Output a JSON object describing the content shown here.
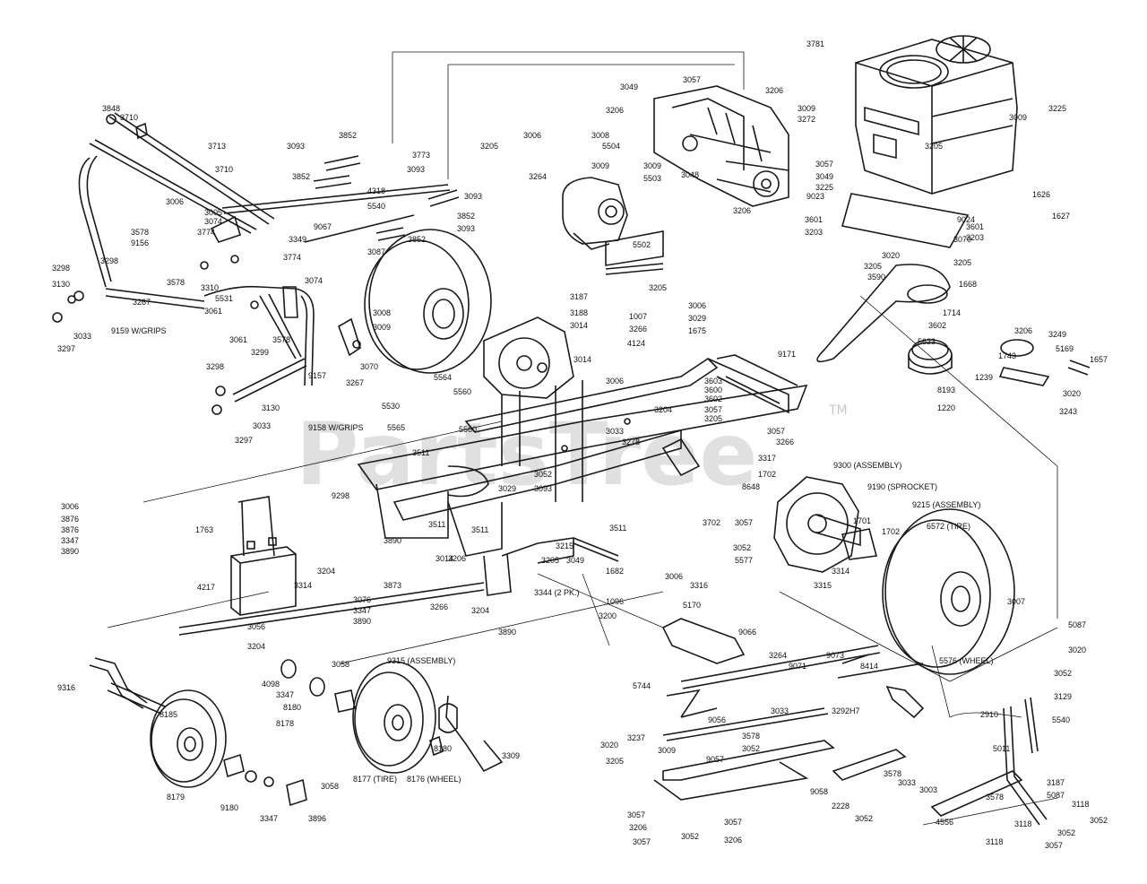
{
  "watermark": {
    "text": "PartsTree",
    "mark": "TM"
  },
  "labels": [
    {
      "id": "l3848",
      "text": "3848"
    },
    {
      "id": "l3710a",
      "text": "3710"
    },
    {
      "id": "l3713",
      "text": "3713"
    },
    {
      "id": "l3710b",
      "text": "3710"
    },
    {
      "id": "l3093a",
      "text": "3093"
    },
    {
      "id": "l3852a",
      "text": "3852"
    },
    {
      "id": "l3852b",
      "text": "3852"
    },
    {
      "id": "l3773",
      "text": "3773"
    },
    {
      "id": "l3093b",
      "text": "3093"
    },
    {
      "id": "l3093c",
      "text": "3093"
    },
    {
      "id": "l4318",
      "text": "4318"
    },
    {
      "id": "l5540a",
      "text": "5540"
    },
    {
      "id": "l3852c",
      "text": "3852"
    },
    {
      "id": "l3093d",
      "text": "3093"
    },
    {
      "id": "l3852d",
      "text": "3852"
    },
    {
      "id": "l3006a",
      "text": "3006"
    },
    {
      "id": "l3005",
      "text": "3005"
    },
    {
      "id": "l3074a",
      "text": "3074"
    },
    {
      "id": "l3774a",
      "text": "3774"
    },
    {
      "id": "l3578a",
      "text": "3578"
    },
    {
      "id": "l9156",
      "text": "9156"
    },
    {
      "id": "l3349",
      "text": "3349"
    },
    {
      "id": "l9067",
      "text": "9067"
    },
    {
      "id": "l3298a",
      "text": "3298"
    },
    {
      "id": "l3298b",
      "text": "3298"
    },
    {
      "id": "l3130a",
      "text": "3130"
    },
    {
      "id": "l3267a",
      "text": "3267"
    },
    {
      "id": "l3578b",
      "text": "3578"
    },
    {
      "id": "l3774b",
      "text": "3774"
    },
    {
      "id": "l3087",
      "text": "3087"
    },
    {
      "id": "l3310",
      "text": "3310"
    },
    {
      "id": "l3074b",
      "text": "3074"
    },
    {
      "id": "l3061a",
      "text": "3061"
    },
    {
      "id": "l5531",
      "text": "5531"
    },
    {
      "id": "l3033a",
      "text": "3033"
    },
    {
      "id": "l9159",
      "text": "9159 W/GRIPS"
    },
    {
      "id": "l3297a",
      "text": "3297"
    },
    {
      "id": "l3061b",
      "text": "3061"
    },
    {
      "id": "l3578c",
      "text": "3578"
    },
    {
      "id": "l3008",
      "text": "3008"
    },
    {
      "id": "l3009",
      "text": "3009"
    },
    {
      "id": "l3070",
      "text": "3070"
    },
    {
      "id": "l3299",
      "text": "3299"
    },
    {
      "id": "l9157",
      "text": "9157"
    },
    {
      "id": "l3267b",
      "text": "3267"
    },
    {
      "id": "l3298c",
      "text": "3298"
    },
    {
      "id": "l3130b",
      "text": "3130"
    },
    {
      "id": "l3033b",
      "text": "3033"
    },
    {
      "id": "l9158",
      "text": "9158 W/GRIPS"
    },
    {
      "id": "l5565",
      "text": "5565"
    },
    {
      "id": "l3297b",
      "text": "3297"
    },
    {
      "id": "l5530",
      "text": "5530"
    },
    {
      "id": "l5564",
      "text": "5564"
    },
    {
      "id": "l5560a",
      "text": "5560"
    },
    {
      "id": "l5560b",
      "text": "5560"
    },
    {
      "id": "l3205a",
      "text": "3205"
    },
    {
      "id": "l3006b",
      "text": "3006"
    },
    {
      "id": "l3008b",
      "text": "3008"
    },
    {
      "id": "l5504",
      "text": "5504"
    },
    {
      "id": "l3264",
      "text": "3264"
    },
    {
      "id": "l3009b",
      "text": "3009"
    },
    {
      "id": "l3009c",
      "text": "3009"
    },
    {
      "id": "l5503",
      "text": "5503"
    },
    {
      "id": "l3206a",
      "text": "3206"
    },
    {
      "id": "l3049a",
      "text": "3049"
    },
    {
      "id": "l3057a",
      "text": "3057"
    },
    {
      "id": "l3206b",
      "text": "3206"
    },
    {
      "id": "l3048",
      "text": "3048"
    },
    {
      "id": "l3206c",
      "text": "3206"
    },
    {
      "id": "l5502",
      "text": "5502"
    },
    {
      "id": "l3205b",
      "text": "3205"
    },
    {
      "id": "l3057b",
      "text": "3057"
    },
    {
      "id": "l3049b",
      "text": "3049"
    },
    {
      "id": "l3225a",
      "text": "3225"
    },
    {
      "id": "l9023",
      "text": "9023"
    },
    {
      "id": "l3781",
      "text": "3781"
    },
    {
      "id": "l3009d",
      "text": "3009"
    },
    {
      "id": "l3272",
      "text": "3272"
    },
    {
      "id": "l3225b",
      "text": "3225"
    },
    {
      "id": "l3009e",
      "text": "3009"
    },
    {
      "id": "l3205c",
      "text": "3205"
    },
    {
      "id": "l1626",
      "text": "1626"
    },
    {
      "id": "l1627",
      "text": "1627"
    },
    {
      "id": "l9024",
      "text": "9024"
    },
    {
      "id": "l3601a",
      "text": "3601"
    },
    {
      "id": "l3203a",
      "text": "3203"
    },
    {
      "id": "l3601b",
      "text": "3601"
    },
    {
      "id": "l3070b",
      "text": "3070"
    },
    {
      "id": "l3203b",
      "text": "3203"
    },
    {
      "id": "l3020a",
      "text": "3020"
    },
    {
      "id": "l3205d",
      "text": "3205"
    },
    {
      "id": "l3205e",
      "text": "3205"
    },
    {
      "id": "l3590",
      "text": "3590"
    },
    {
      "id": "l1668",
      "text": "1668"
    },
    {
      "id": "l3187",
      "text": "3187"
    },
    {
      "id": "l3188",
      "text": "3188"
    },
    {
      "id": "l3014a",
      "text": "3014"
    },
    {
      "id": "l1007",
      "text": "1007"
    },
    {
      "id": "l3006c",
      "text": "3006"
    },
    {
      "id": "l3029",
      "text": "3029"
    },
    {
      "id": "l3266a",
      "text": "3266"
    },
    {
      "id": "l1675",
      "text": "1675"
    },
    {
      "id": "l4124",
      "text": "4124"
    },
    {
      "id": "l1714",
      "text": "1714"
    },
    {
      "id": "l3602a",
      "text": "3602"
    },
    {
      "id": "l5623",
      "text": "5623"
    },
    {
      "id": "l3206d",
      "text": "3206"
    },
    {
      "id": "l3249",
      "text": "3249"
    },
    {
      "id": "l5169",
      "text": "5169"
    },
    {
      "id": "l1743",
      "text": "1743"
    },
    {
      "id": "l1657",
      "text": "1657"
    },
    {
      "id": "l1239",
      "text": "1239"
    },
    {
      "id": "l3020b",
      "text": "3020"
    },
    {
      "id": "l8193",
      "text": "8193"
    },
    {
      "id": "l1220",
      "text": "1220"
    },
    {
      "id": "l3243",
      "text": "3243"
    },
    {
      "id": "l9171",
      "text": "9171"
    },
    {
      "id": "l3014b",
      "text": "3014"
    },
    {
      "id": "l3006d",
      "text": "3006"
    },
    {
      "id": "l3603",
      "text": "3603"
    },
    {
      "id": "l3600",
      "text": "3600"
    },
    {
      "id": "l3602b",
      "text": "3602"
    },
    {
      "id": "l3057c",
      "text": "3057"
    },
    {
      "id": "l3205f",
      "text": "3205"
    },
    {
      "id": "l3204a",
      "text": "3204"
    },
    {
      "id": "l3033c",
      "text": "3033"
    },
    {
      "id": "l3278",
      "text": "3278"
    },
    {
      "id": "l3057d",
      "text": "3057"
    },
    {
      "id": "l3266b",
      "text": "3266"
    },
    {
      "id": "l3317",
      "text": "3317"
    },
    {
      "id": "l1702a",
      "text": "1702"
    },
    {
      "id": "l9300",
      "text": "9300 (ASSEMBLY)"
    },
    {
      "id": "l9190",
      "text": "9190 (SPROCKET)"
    },
    {
      "id": "l3511a",
      "text": "3511"
    },
    {
      "id": "l3511b",
      "text": "3511"
    },
    {
      "id": "l3052a",
      "text": "3052"
    },
    {
      "id": "l3093e",
      "text": "3093"
    },
    {
      "id": "l3029b",
      "text": "3029"
    },
    {
      "id": "l9298",
      "text": "9298"
    },
    {
      "id": "l8648",
      "text": "8648"
    },
    {
      "id": "l3702",
      "text": "3702"
    },
    {
      "id": "l3057e",
      "text": "3057"
    },
    {
      "id": "l3052b",
      "text": "3052"
    },
    {
      "id": "l1701",
      "text": "1701"
    },
    {
      "id": "l1702b",
      "text": "1702"
    },
    {
      "id": "l9215",
      "text": "9215 (ASSEMBLY)"
    },
    {
      "id": "l6572",
      "text": "6572 (TIRE)"
    },
    {
      "id": "l3006e",
      "text": "3006"
    },
    {
      "id": "l3876a",
      "text": "3876"
    },
    {
      "id": "l3876b",
      "text": "3876"
    },
    {
      "id": "l3347a",
      "text": "3347"
    },
    {
      "id": "l3890a",
      "text": "3890"
    },
    {
      "id": "l1763",
      "text": "1763"
    },
    {
      "id": "l3890b",
      "text": "3890"
    },
    {
      "id": "l3511c",
      "text": "3511"
    },
    {
      "id": "l3215",
      "text": "3215"
    },
    {
      "id": "l3049c",
      "text": "3049"
    },
    {
      "id": "l3511d",
      "text": "3511"
    },
    {
      "id": "l5577",
      "text": "5577"
    },
    {
      "id": "l3314a",
      "text": "3314"
    },
    {
      "id": "l3315",
      "text": "3315"
    },
    {
      "id": "l3204b",
      "text": "3204"
    },
    {
      "id": "l3314b",
      "text": "3314"
    },
    {
      "id": "l3206e",
      "text": "3206"
    },
    {
      "id": "l3873",
      "text": "3873"
    },
    {
      "id": "l3014c",
      "text": "3014"
    },
    {
      "id": "l3205g",
      "text": "3205"
    },
    {
      "id": "l1682",
      "text": "1682"
    },
    {
      "id": "l4217",
      "text": "4217"
    },
    {
      "id": "l3076",
      "text": "3076"
    },
    {
      "id": "l3347b",
      "text": "3347"
    },
    {
      "id": "l3890c",
      "text": "3890"
    },
    {
      "id": "l3266c",
      "text": "3266"
    },
    {
      "id": "l3204c",
      "text": "3204"
    },
    {
      "id": "l3344",
      "text": "3344 (2 PK.)"
    },
    {
      "id": "l3006f",
      "text": "3006"
    },
    {
      "id": "l1096",
      "text": "1096"
    },
    {
      "id": "l3316",
      "text": "3316"
    },
    {
      "id": "l3200",
      "text": "3200"
    },
    {
      "id": "l5170",
      "text": "5170"
    },
    {
      "id": "l3007",
      "text": "3007"
    },
    {
      "id": "l5087a",
      "text": "5087"
    },
    {
      "id": "l3020c",
      "text": "3020"
    },
    {
      "id": "l3056",
      "text": "3056"
    },
    {
      "id": "l3204d",
      "text": "3204"
    },
    {
      "id": "l3890d",
      "text": "3890"
    },
    {
      "id": "l9066",
      "text": "9066"
    },
    {
      "id": "l5576",
      "text": "5576 (WHEEL)"
    },
    {
      "id": "l3052c",
      "text": "3052"
    },
    {
      "id": "l9315",
      "text": "9315 (ASSEMBLY)"
    },
    {
      "id": "l3058a",
      "text": "3058"
    },
    {
      "id": "l4098",
      "text": "4098"
    },
    {
      "id": "l3347c",
      "text": "3347"
    },
    {
      "id": "l8180a",
      "text": "8180"
    },
    {
      "id": "l8178",
      "text": "8178"
    },
    {
      "id": "l9316",
      "text": "9316"
    },
    {
      "id": "l3264b",
      "text": "3264"
    },
    {
      "id": "l9071",
      "text": "9071"
    },
    {
      "id": "l9073",
      "text": "9073"
    },
    {
      "id": "l8414",
      "text": "8414"
    },
    {
      "id": "l3129",
      "text": "3129"
    },
    {
      "id": "l5744",
      "text": "5744"
    },
    {
      "id": "l3033d",
      "text": "3033"
    },
    {
      "id": "l3292",
      "text": "3292H7"
    },
    {
      "id": "l8185",
      "text": "8185"
    },
    {
      "id": "l3237",
      "text": "3237"
    },
    {
      "id": "l3020d",
      "text": "3020"
    },
    {
      "id": "l3205h",
      "text": "3205"
    },
    {
      "id": "l9056",
      "text": "9056"
    },
    {
      "id": "l3578d",
      "text": "3578"
    },
    {
      "id": "l3052d",
      "text": "3052"
    },
    {
      "id": "l2910",
      "text": "2910"
    },
    {
      "id": "l5540b",
      "text": "5540"
    },
    {
      "id": "l9057",
      "text": "9057"
    },
    {
      "id": "l5011",
      "text": "5011"
    },
    {
      "id": "l3009f",
      "text": "3009"
    },
    {
      "id": "l8180b",
      "text": "8180"
    },
    {
      "id": "l3309",
      "text": "3309"
    },
    {
      "id": "l8177",
      "text": "8177 (TIRE)"
    },
    {
      "id": "l8176",
      "text": "8176 (WHEEL)"
    },
    {
      "id": "l8179",
      "text": "8179"
    },
    {
      "id": "l9180",
      "text": "9180"
    },
    {
      "id": "l3347d",
      "text": "3347"
    },
    {
      "id": "l3058b",
      "text": "3058"
    },
    {
      "id": "l3896",
      "text": "3896"
    },
    {
      "id": "l3057f",
      "text": "3057"
    },
    {
      "id": "l3206f",
      "text": "3206"
    },
    {
      "id": "l3057g",
      "text": "3057"
    },
    {
      "id": "l3052e",
      "text": "3052"
    },
    {
      "id": "l3057h",
      "text": "3057"
    },
    {
      "id": "l3206g",
      "text": "3206"
    },
    {
      "id": "l9058",
      "text": "9058"
    },
    {
      "id": "l2228",
      "text": "2228"
    },
    {
      "id": "l3578e",
      "text": "3578"
    },
    {
      "id": "l3033e",
      "text": "3033"
    },
    {
      "id": "l3052f",
      "text": "3052"
    },
    {
      "id": "l3003",
      "text": "3003"
    },
    {
      "id": "l4556",
      "text": "4556"
    },
    {
      "id": "l3578f",
      "text": "3578"
    },
    {
      "id": "l3187b",
      "text": "3187"
    },
    {
      "id": "l5087b",
      "text": "5087"
    },
    {
      "id": "l3118a",
      "text": "3118"
    },
    {
      "id": "l3052g",
      "text": "3052"
    },
    {
      "id": "l3118b",
      "text": "3118"
    },
    {
      "id": "l3118c",
      "text": "3118"
    },
    {
      "id": "l3052h",
      "text": "3052"
    },
    {
      "id": "l3057i",
      "text": "3057"
    }
  ]
}
